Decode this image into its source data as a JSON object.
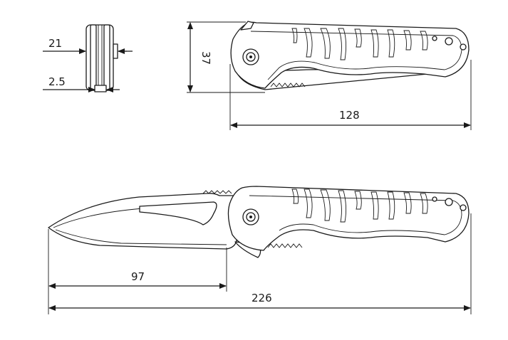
{
  "drawing": {
    "dimensions": {
      "handle_thickness": "21",
      "blade_thickness": "2.5",
      "closed_height": "37",
      "closed_length": "128",
      "blade_length": "97",
      "overall_length": "226"
    },
    "colors": {
      "ink": "#1a1a1a",
      "paper": "#ffffff"
    }
  }
}
